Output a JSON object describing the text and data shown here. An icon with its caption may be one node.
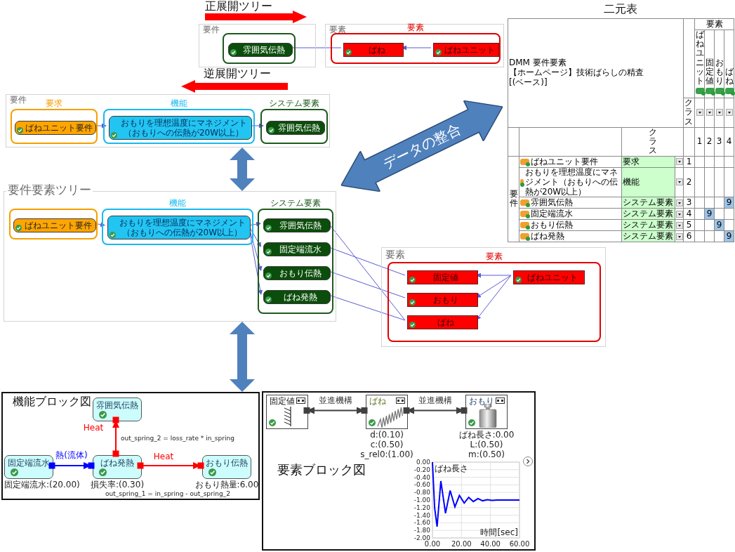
{
  "diagram": {
    "nodes": [
      {
        "text": [
          "要件"
        ]
      },
      {
        "text": [],
        "shape": "box",
        "in": 0
      },
      {
        "text": [
          "雰囲気伝熱"
        ],
        "in": 1
      },
      {
        "text": [
          "要素"
        ]
      },
      {
        "text": [
          "要素"
        ],
        "in": 3
      },
      {
        "text": [
          "ばね"
        ],
        "in": 4
      },
      {
        "text": [
          "ばねユニット"
        ],
        "in": 4
      },
      {
        "text": [
          "要件"
        ]
      },
      {
        "text": [
          "要求"
        ],
        "in": 7
      },
      {
        "text": [
          "ばねユニット要件"
        ],
        "in": 8
      },
      {
        "text": [
          "機能"
        ],
        "in": 7
      },
      {
        "text": [
          "おもりを理想温度にマネジメント（おもりへの伝熱が20W以上）"
        ],
        "in": 10
      },
      {
        "text": [
          "システム要素"
        ],
        "in": 7
      },
      {
        "text": [
          "雰囲気伝熱"
        ],
        "in": 12
      },
      {
        "text": [
          "要件要素ツリー"
        ]
      },
      {
        "text": [],
        "shape": "box",
        "in": 14
      },
      {
        "text": [
          "ばねユニット要件"
        ],
        "in": 15
      },
      {
        "text": [
          "機能"
        ],
        "in": 14
      },
      {
        "text": [
          "おもりを理想温度にマネジメント（おもりへの伝熱が20W以上）"
        ],
        "in": 17
      },
      {
        "text": [
          "システム要素"
        ],
        "in": 14
      },
      {
        "text": [
          "雰囲気伝熱"
        ],
        "in": 19
      },
      {
        "text": [
          "固定端流水"
        ],
        "in": 19
      },
      {
        "text": [
          "おもり伝熱"
        ],
        "in": 19
      },
      {
        "text": [
          "ばね発熱"
        ],
        "in": 19
      },
      {
        "text": [
          "要素"
        ]
      },
      {
        "text": [
          "要素"
        ],
        "in": 24
      },
      {
        "text": [
          "固定値"
        ],
        "in": 25
      },
      {
        "text": [
          "ばねユニット"
        ],
        "in": 25
      },
      {
        "text": [
          "おもり"
        ],
        "in": 25
      },
      {
        "text": [
          "ばね"
        ],
        "in": 25
      },
      {
        "text": [
          "機能ブロック図"
        ]
      },
      {
        "text": [
          "雰囲気伝熱"
        ],
        "in": 30
      },
      {
        "text": [
          "固定端流水"
        ],
        "in": 30,
        "beside": [
          "固定端流水:(20.00)"
        ]
      },
      {
        "text": [
          "ばね発熱"
        ],
        "in": 30,
        "beside": [
          "損失率:(0.30)"
        ]
      },
      {
        "text": [
          "おもり伝熱"
        ],
        "in": 30,
        "beside": [
          "おもり熱量:6.00"
        ]
      },
      {
        "text": [
          "要素ブロック図"
        ]
      },
      {
        "text": [
          "固定値"
        ],
        "in": 35
      },
      {
        "text": [
          "ばね"
        ],
        "in": 35,
        "beside": [
          "d:(0.10)",
          "c:(0.50)",
          "s_rel0:(1.00)"
        ]
      },
      {
        "text": [
          "おもり"
        ],
        "in": 35,
        "beside": [
          "ばね長さ:0.00",
          "L:(0.50)",
          "m:(0.50)"
        ]
      }
    ],
    "edges": [
      {
        "from": 6,
        "to": 5,
        "arrow": "to"
      },
      {
        "from": 2,
        "to": 5,
        "arrow": "none"
      },
      {
        "from": 9,
        "to": 11,
        "arrow": "to"
      },
      {
        "from": 11,
        "to": 13,
        "arrow": "to"
      },
      {
        "from": 16,
        "to": 18,
        "arrow": "to"
      },
      {
        "from": 18,
        "to": 20,
        "arrow": "to"
      },
      {
        "from": 18,
        "to": 21,
        "arrow": "to"
      },
      {
        "from": 18,
        "to": 22,
        "arrow": "to"
      },
      {
        "from": 18,
        "to": 23,
        "arrow": "to"
      },
      {
        "from": 27,
        "to": 26,
        "arrow": "to"
      },
      {
        "from": 27,
        "to": 28,
        "arrow": "to"
      },
      {
        "from": 27,
        "to": 29,
        "arrow": "to"
      },
      {
        "from": 20,
        "to": 29,
        "arrow": "none"
      },
      {
        "from": 21,
        "to": 26,
        "arrow": "none"
      },
      {
        "from": 22,
        "to": 28,
        "arrow": "none"
      },
      {
        "from": 23,
        "to": 29,
        "arrow": "none"
      },
      {
        "from": 7,
        "to": 14,
        "arrow": "both",
        "style": "thick",
        "color": "#4f81bd"
      },
      {
        "from": 14,
        "to": 30,
        "arrow": "both",
        "style": "thick",
        "color": "#4f81bd"
      },
      {
        "from": 32,
        "to": 33,
        "arrow": "to",
        "label": "熱(流体)",
        "color": "#0000ff"
      },
      {
        "from": 33,
        "to": 31,
        "arrow": "to",
        "label": "Heat",
        "color": "#ff0000"
      },
      {
        "from": 33,
        "to": 34,
        "arrow": "to",
        "label": "Heat",
        "color": "#ff0000"
      },
      {
        "from": 36,
        "to": 37,
        "arrow": "both",
        "label": "並進機構",
        "color": "#404040"
      },
      {
        "from": 37,
        "to": 38,
        "arrow": "both",
        "label": "並進機構",
        "color": "#404040"
      }
    ],
    "labels": [
      "正展開ツリー",
      "逆展開ツリー",
      "二元表",
      "DMM 要件要素",
      "【ホームページ】技術ばらしの精査",
      "[(ベース)]",
      "要素",
      "ばねユニット",
      "固定値",
      "おもり",
      "ばね",
      "クラス",
      "クラス",
      "1",
      "2",
      "3",
      "4",
      "要件",
      "ばねユニット要件",
      "要求",
      "1",
      "おもりを理想温度にマネジメント（おもりへの伝熱が20W以上）",
      "機能",
      "2",
      "雰囲気伝熱",
      "システム要素",
      "3",
      "9",
      "固定端流水",
      "システム要素",
      "4",
      "9",
      "おもり伝熱",
      "システム要素",
      "5",
      "9",
      "ばね発熱",
      "システム要素",
      "6",
      "9",
      "データの整合",
      "out_spring_2 = loss_rate * in_spring",
      "out_spring_1 = in_spring - out_spring_2"
    ],
    "chart_data": {
      "type": "line",
      "title": "ばね長さ",
      "xlabel": "時間[sec]",
      "x": [
        0,
        1.5,
        3.2,
        5.8,
        9,
        12.2,
        15.5,
        18.6,
        21.9,
        25,
        28.2,
        31.4,
        34.6,
        37.8,
        41,
        45,
        50,
        55,
        60
      ],
      "series": [
        {
          "color": "#0000ff",
          "values": [
            0,
            -1.2,
            -1.7,
            -0.5,
            -1.35,
            -0.75,
            -1.18,
            -0.88,
            -1.08,
            -0.93,
            -1.04,
            -0.96,
            -1.02,
            -0.99,
            -1.01,
            -1.0,
            -1.0,
            -1.0,
            -1.0
          ]
        }
      ],
      "xlim": [
        0,
        60
      ],
      "ylim": [
        -2,
        0
      ],
      "grid": true,
      "xticks": [
        {
          "value": 0,
          "label": "0.00"
        },
        {
          "value": 20,
          "label": "20.00"
        },
        {
          "value": 40,
          "label": "40.00"
        },
        {
          "value": 60,
          "label": "60.00"
        }
      ],
      "yticks": [
        {
          "value": 0,
          "label": "0.00"
        },
        {
          "value": -0.2,
          "label": "-0.20"
        },
        {
          "value": -0.4,
          "label": "-0.40"
        },
        {
          "value": -0.6,
          "label": "-0.60"
        },
        {
          "value": -0.8,
          "label": "-0.80"
        },
        {
          "value": -1,
          "label": "-1.00"
        },
        {
          "value": -1.2,
          "label": "-1.20"
        },
        {
          "value": -1.4,
          "label": "-1.40"
        },
        {
          "value": -1.6,
          "label": "-1.60"
        },
        {
          "value": -1.8,
          "label": "-1.80"
        },
        {
          "value": -2,
          "label": "-2.00"
        }
      ]
    }
  }
}
